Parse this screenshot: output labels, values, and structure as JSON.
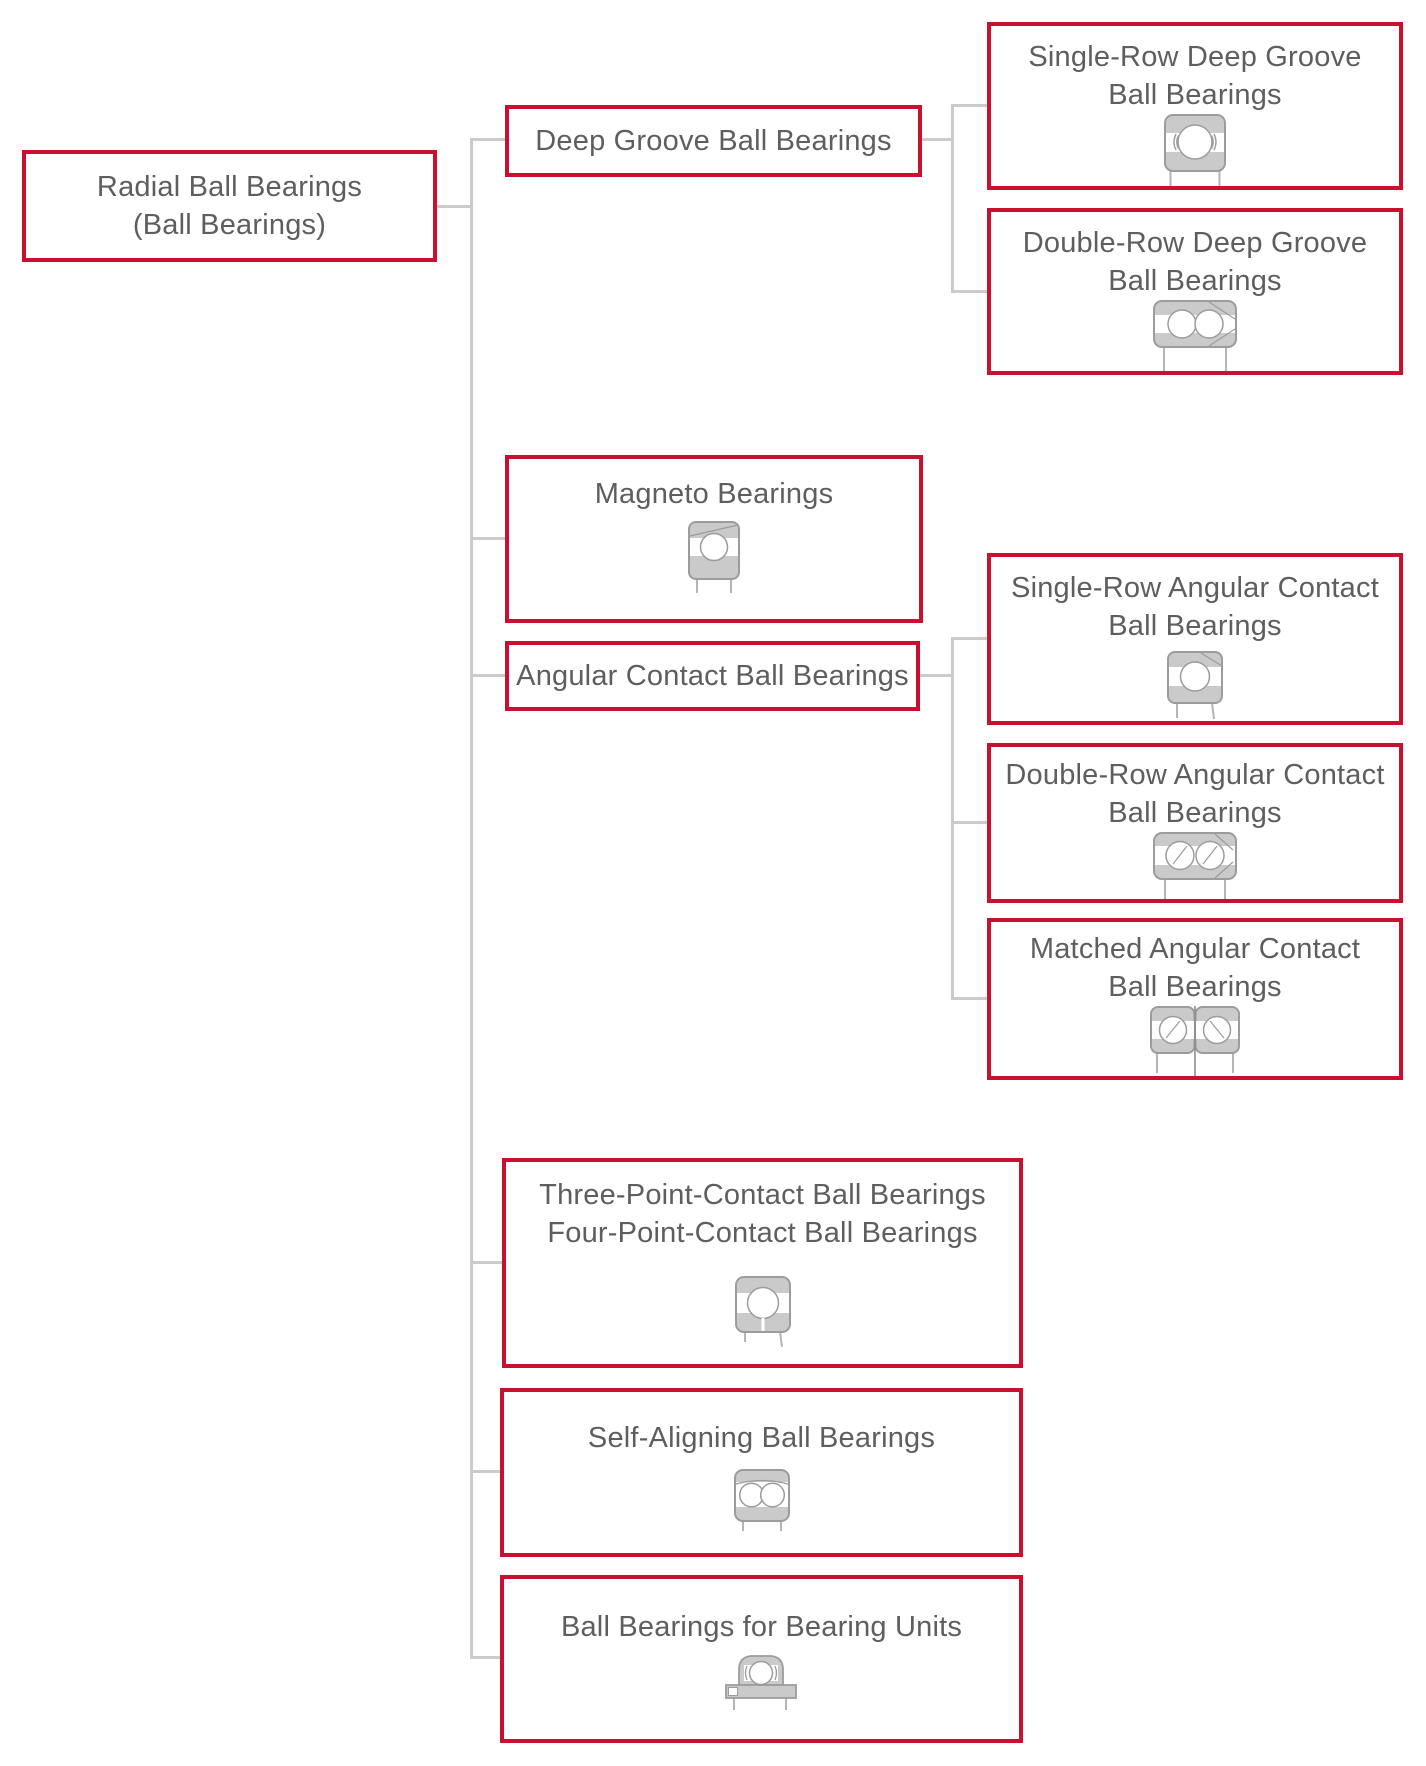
{
  "colors": {
    "box_border": "#c9102e",
    "connector_line": "#cbcbcb",
    "text": "#5e5e60",
    "icon_fill": "#cacaca",
    "icon_outline": "#9c9c9c"
  },
  "root": {
    "line1": "Radial Ball Bearings",
    "line2": "(Ball Bearings)"
  },
  "categories": {
    "deep_groove": {
      "label": "Deep Groove Ball Bearings"
    },
    "magneto": {
      "label": "Magneto Bearings",
      "icon": "magneto-bearing-icon"
    },
    "angular_contact": {
      "label": "Angular Contact Ball Bearings"
    },
    "three_four_point": {
      "line1": "Three-Point-Contact Ball Bearings",
      "line2": "Four-Point-Contact Ball Bearings",
      "icon": "three-point-contact-bearing-icon"
    },
    "self_aligning": {
      "label": "Self-Aligning Ball Bearings",
      "icon": "self-aligning-bearing-icon"
    },
    "bearing_units": {
      "label": "Ball Bearings for Bearing Units",
      "icon": "pillow-block-bearing-icon"
    }
  },
  "subtypes": {
    "single_row_deep_groove": {
      "line1": "Single-Row Deep Groove",
      "line2": "Ball Bearings",
      "icon": "single-row-deep-groove-bearing-icon"
    },
    "double_row_deep_groove": {
      "line1": "Double-Row Deep Groove",
      "line2": "Ball Bearings",
      "icon": "double-row-deep-groove-bearing-icon"
    },
    "single_row_angular_contact": {
      "line1": "Single-Row Angular Contact",
      "line2": "Ball Bearings",
      "icon": "single-row-angular-contact-bearing-icon"
    },
    "double_row_angular_contact": {
      "line1": "Double-Row Angular Contact",
      "line2": "Ball Bearings",
      "icon": "double-row-angular-contact-bearing-icon"
    },
    "matched_angular_contact": {
      "line1": "Matched Angular Contact",
      "line2": "Ball Bearings",
      "icon": "matched-angular-contact-bearing-icon"
    }
  }
}
